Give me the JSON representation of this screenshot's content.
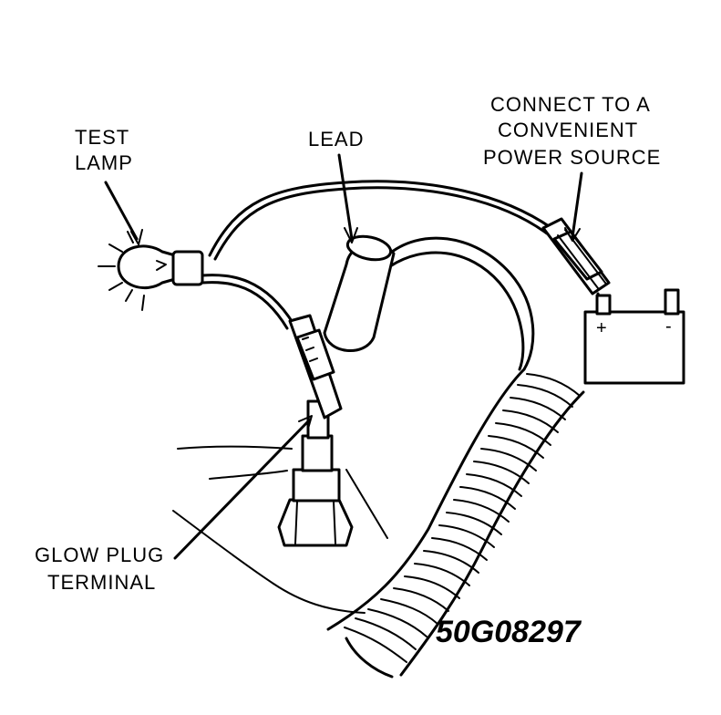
{
  "labels": {
    "test_lamp_line1": "TEST",
    "test_lamp_line2": "LAMP",
    "lead": "LEAD",
    "power_line1": "CONNECT TO A",
    "power_line2": "CONVENIENT",
    "power_line3": "POWER SOURCE",
    "glow_line1": "GLOW PLUG",
    "glow_line2": "TERMINAL"
  },
  "battery": {
    "positive": "+",
    "negative": "-"
  },
  "figure_code": "50G08297"
}
